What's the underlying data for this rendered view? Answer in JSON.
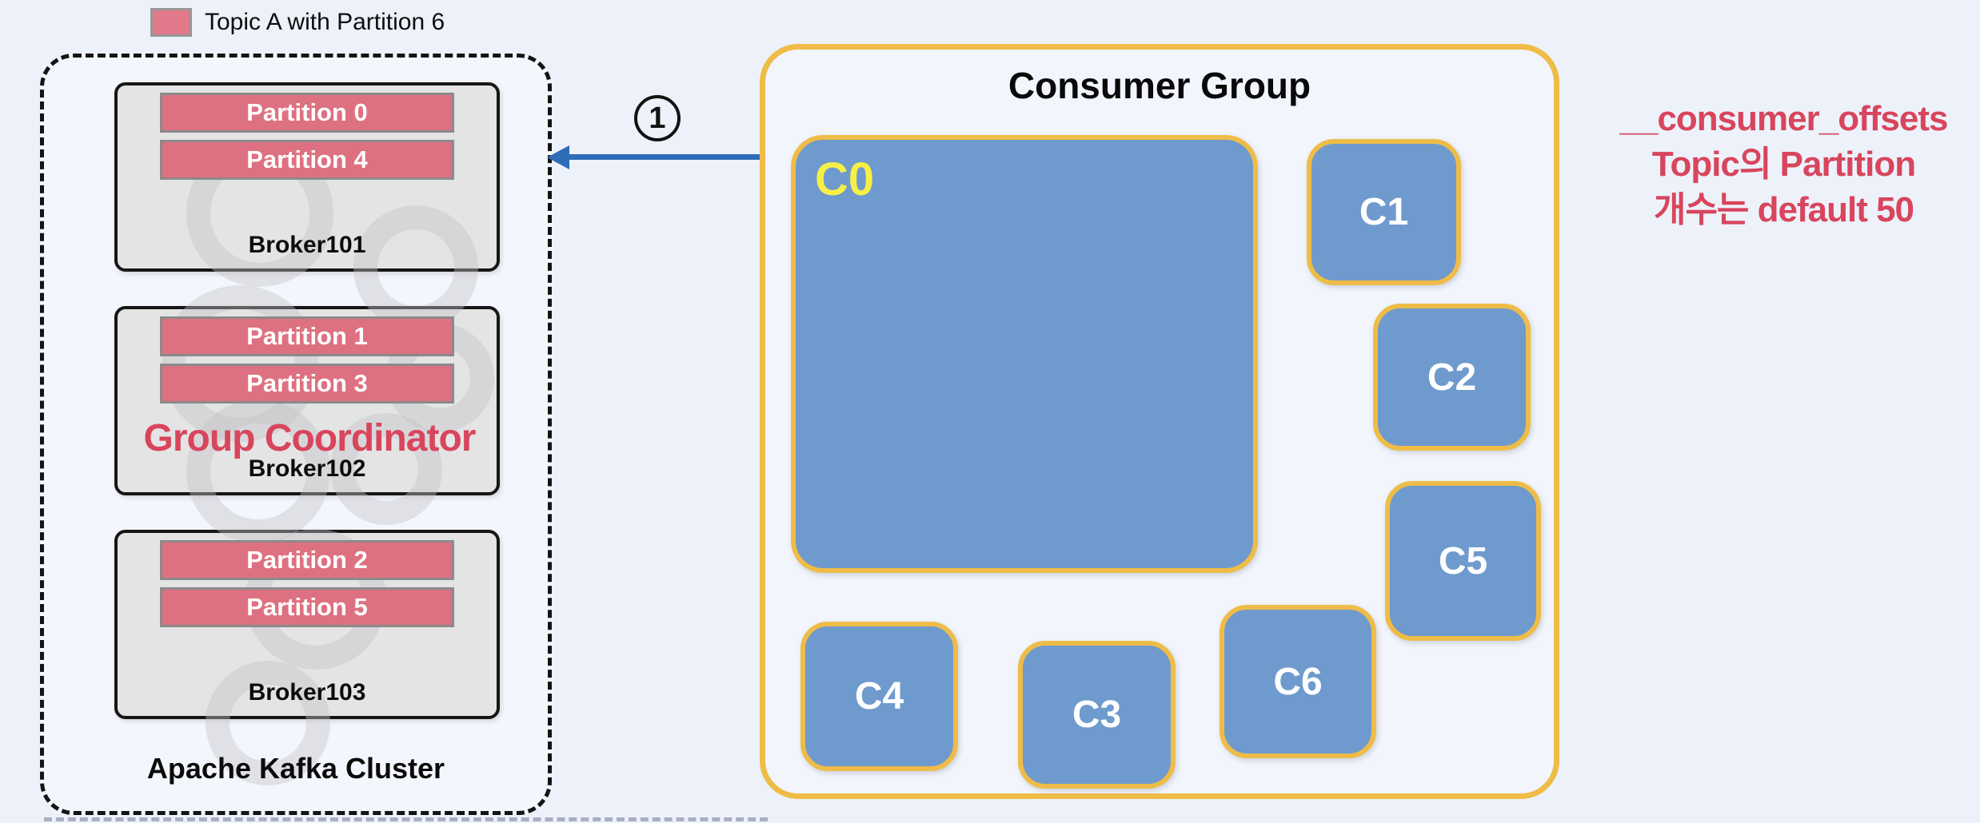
{
  "legend": {
    "label": "Topic A with Partition 6",
    "swatch_color": "#e0798a"
  },
  "cluster": {
    "title": "Apache Kafka Cluster",
    "brokers": [
      {
        "name": "Broker101",
        "partitions": [
          "Partition 0",
          "Partition 4"
        ]
      },
      {
        "name": "Broker102",
        "partitions": [
          "Partition 1",
          "Partition 3"
        ],
        "role": "Group Coordinator"
      },
      {
        "name": "Broker103",
        "partitions": [
          "Partition 2",
          "Partition 5"
        ]
      }
    ]
  },
  "flow": {
    "step_label": "1",
    "arrow_direction": "left",
    "arrow_color": "#2f6cb8"
  },
  "consumer_group": {
    "title": "Consumer Group",
    "consumers": [
      {
        "label": "C0"
      },
      {
        "label": "C1"
      },
      {
        "label": "C2"
      },
      {
        "label": "C3"
      },
      {
        "label": "C4"
      },
      {
        "label": "C5"
      },
      {
        "label": "C6"
      }
    ]
  },
  "annotation": {
    "lines": [
      "__consumer_offsets",
      "Topic의 Partition",
      "개수는 default 50"
    ],
    "color": "#d8455c"
  },
  "colors": {
    "background": "#edf1fa",
    "partition_pink": "#de7181",
    "broker_gray": "#e4e4e5",
    "consumer_blue": "#6f9ace",
    "group_border_yellow": "#eebc47",
    "accent_red": "#d8455c",
    "c0_label_yellow": "#f7ef45",
    "arrow_blue": "#2f6cb8"
  }
}
